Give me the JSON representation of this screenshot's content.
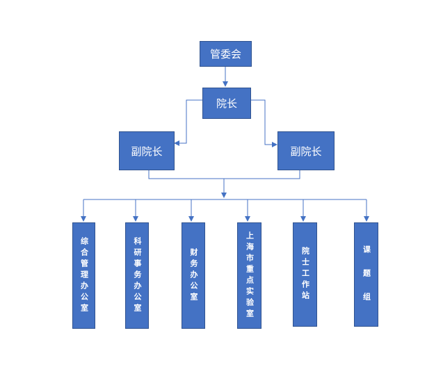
{
  "nodes": {
    "committee": "管委会",
    "dean": "院长",
    "vice_dean_left": "副院长",
    "vice_dean_right": "副院长",
    "departments": [
      "综合管理办公室",
      "科研事务办公室",
      "财务办公室",
      "上海市重点实验室",
      "院士工作站",
      "课 题 组"
    ]
  },
  "colors": {
    "box_fill": "#4472c4",
    "box_border": "#2f528f",
    "connector": "#4472c4",
    "text": "#ffffff"
  }
}
